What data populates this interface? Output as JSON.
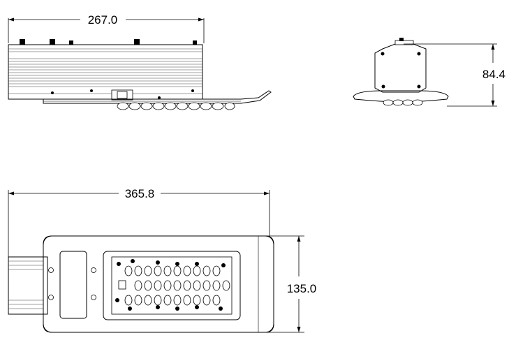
{
  "dimensions": {
    "top_length": "267.0",
    "side_height": "84.4",
    "bottom_length": "365.8",
    "bottom_width": "135.0"
  }
}
